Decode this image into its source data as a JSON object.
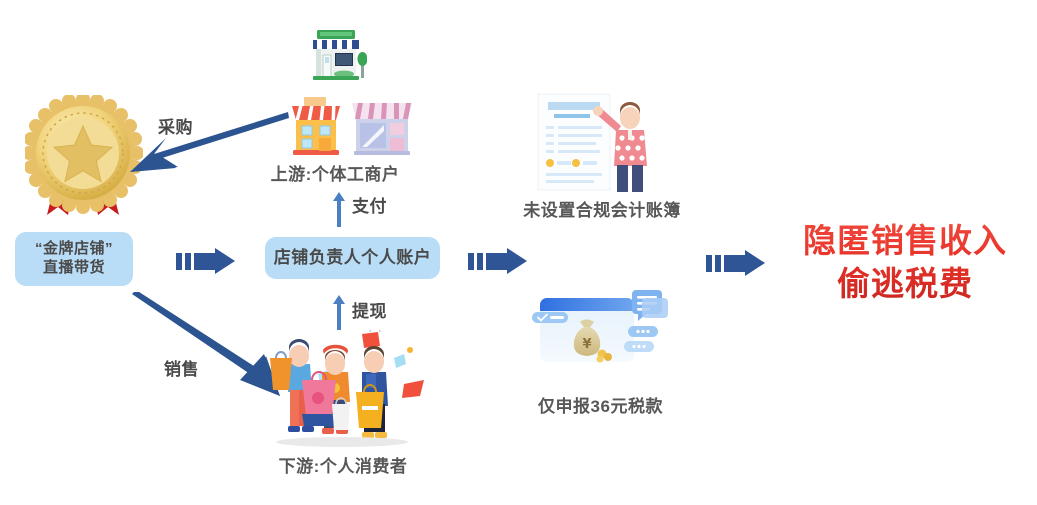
{
  "diagram": {
    "title_headline": {
      "line1": "隐匿销售收入",
      "line2": "偷逃税费",
      "color": "#e03127"
    },
    "nodes": {
      "gold_shop": {
        "line1": "“金牌店铺”",
        "line2": "直播带货"
      },
      "personal_account": {
        "line1": "店铺负责人个人账户"
      },
      "upstream_caption": "上游:个体工商户",
      "downstream_caption": "下游:个人消费者",
      "no_books_caption": "未设置合规会计账簿",
      "tax_declared_caption": "仅申报36元税款"
    },
    "flow_labels": {
      "procurement": "采购",
      "payment": "支付",
      "withdrawal": "提现",
      "sales": "销售"
    },
    "colors": {
      "chip_bg": "#b9ddf7",
      "arrow_block": "#2f5597",
      "arrow_thin": "#4a7fc1",
      "diagonal_arrow": "#2b5490",
      "caption_text": "#575757"
    },
    "icons": {
      "medal": "gold-medal-star-icon",
      "shop_green": "storefront-green-icon",
      "shop_orange": "storefront-orange-icon",
      "shop_pink": "storefront-pink-icon",
      "shoppers": "consumer-shoppers-icon",
      "ledger_person": "accounting-ledger-person-icon",
      "money_bag": "money-bag-browser-icon"
    }
  }
}
